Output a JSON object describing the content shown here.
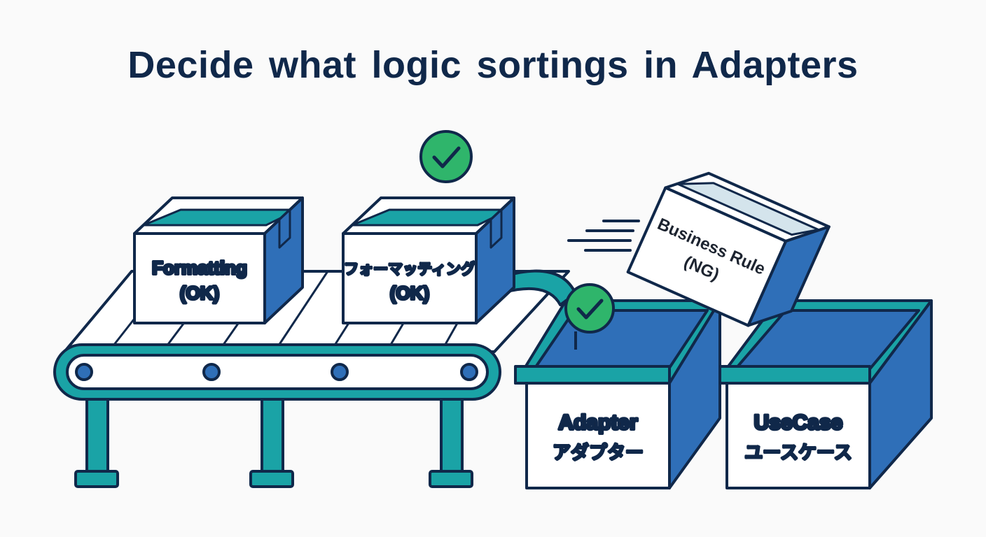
{
  "title": "Decide  what logic sortings  in Adapters",
  "colors": {
    "outline": "#10284a",
    "blue": "#2f6fb8",
    "teal": "#1aa3a6",
    "check_green": "#2fb56b",
    "box_face": "#ffffff",
    "box_stripe": "#d4e4ec"
  },
  "boxes": [
    {
      "line1": "Formatting",
      "line2": "(OK)"
    },
    {
      "line1": "フォーマッティング",
      "line2": "(OK)"
    },
    {
      "line1": "Business Rule",
      "line2": "(NG)"
    }
  ],
  "bins": [
    {
      "label_en": "Adapter",
      "label_jp": "アダプター"
    },
    {
      "label_en": "UseCase",
      "label_jp": "ユースケース"
    }
  ],
  "icons": [
    "check-icon",
    "check-icon"
  ]
}
